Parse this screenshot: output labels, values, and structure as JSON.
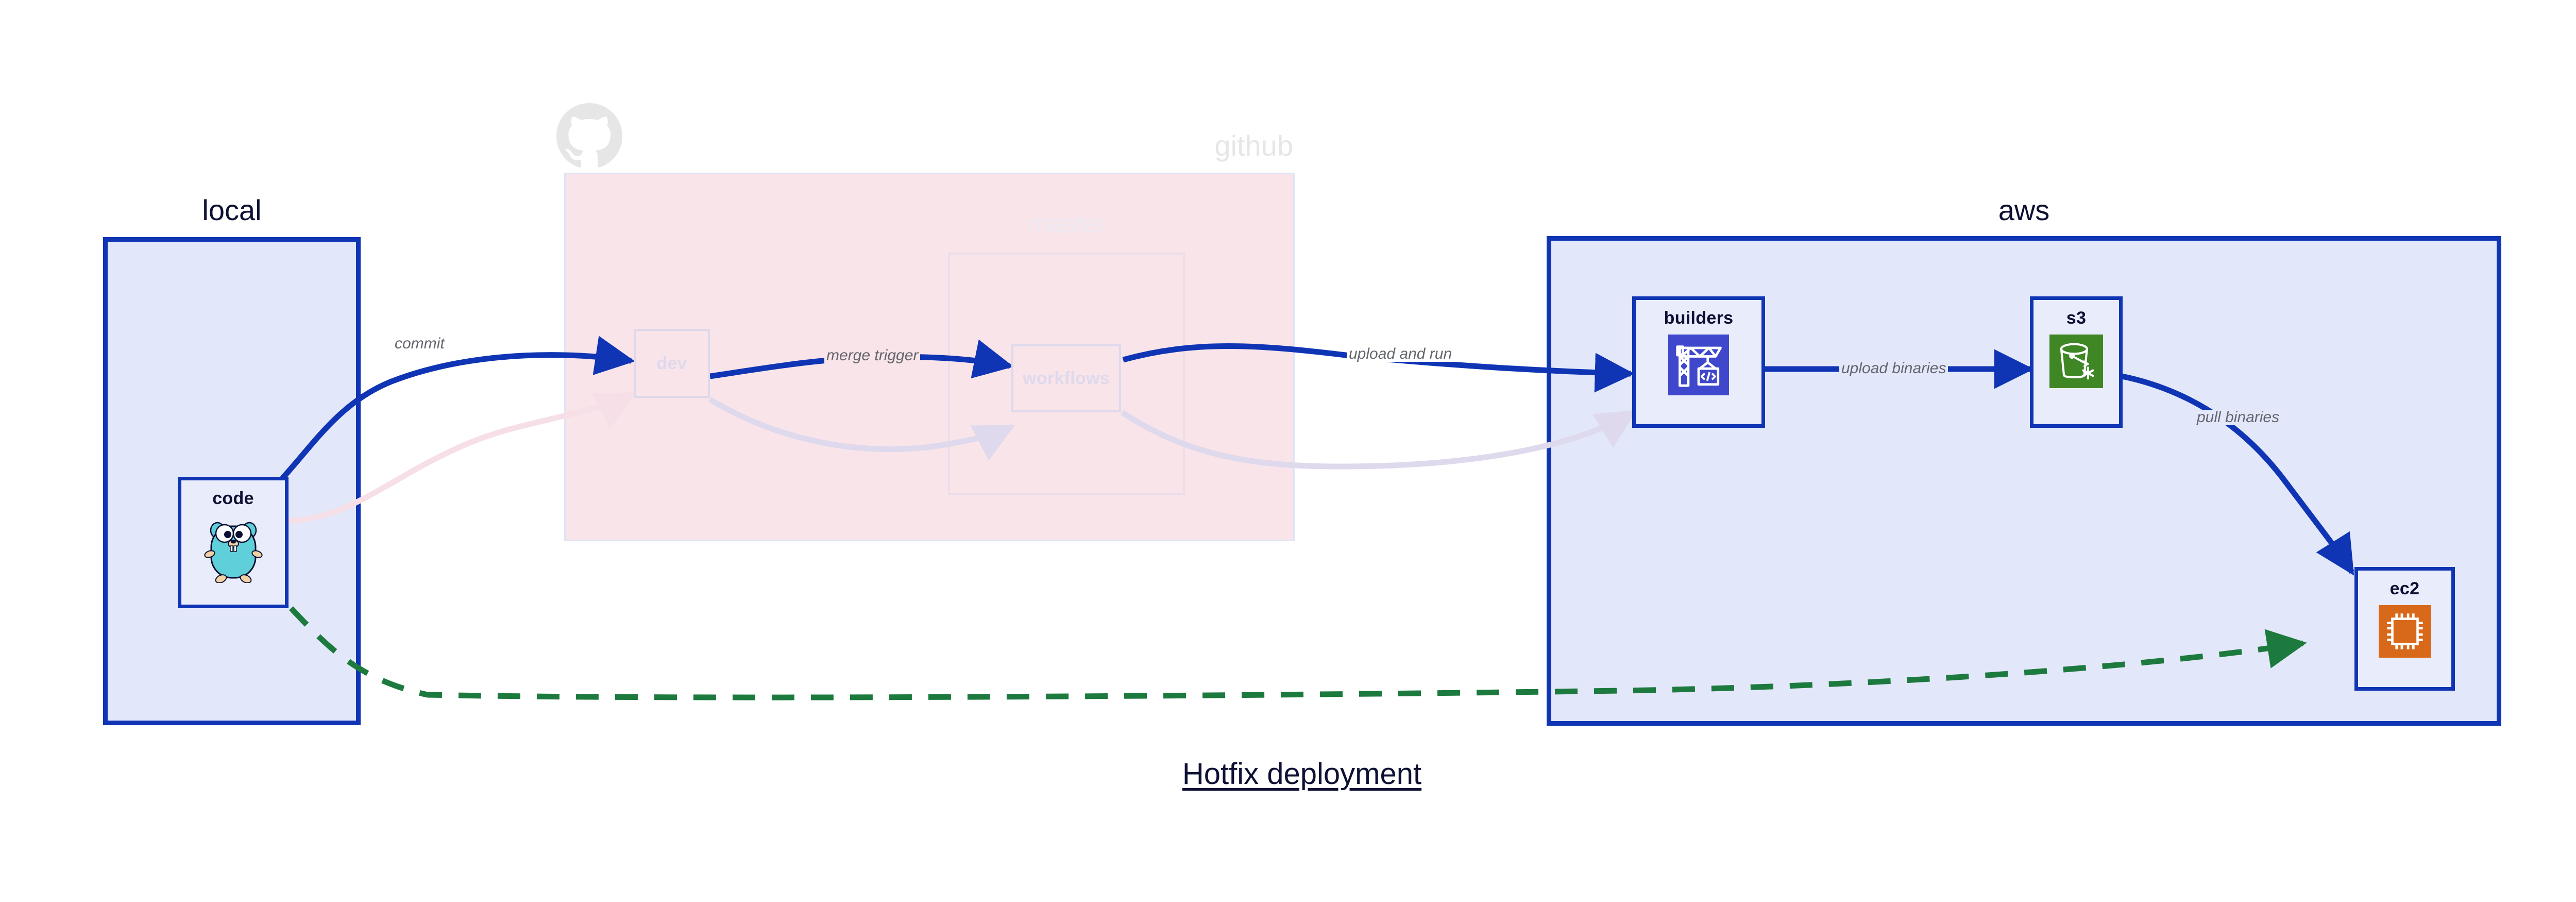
{
  "title": "Hotfix deployment",
  "colors": {
    "cluster_border_solid": "#0f35b5",
    "cluster_fill_solid": "#e3e7fa",
    "cluster_fill_github": "#f9e4e9",
    "node_fill_solid": "#e9edfb",
    "edge_active": "#0f35b5",
    "edge_dashed": "#1d7a3e",
    "edge_faded_pink": "#f6dfe6",
    "edge_faded_purple": "#ded9ec",
    "label_text": "#63666e",
    "title_text": "#0d1033",
    "faded_text": "#e6e6e6",
    "s3_green": "#3f8624",
    "ec2_orange": "#d9691a",
    "builders_blue": "#3f48cc",
    "gopher_cyan": "#5fd0d9"
  },
  "clusters": [
    {
      "id": "local",
      "label": "local",
      "state": "active"
    },
    {
      "id": "github",
      "label": "github",
      "state": "faded"
    },
    {
      "id": "master",
      "label": "master",
      "state": "faded"
    },
    {
      "id": "aws",
      "label": "aws",
      "state": "active"
    }
  ],
  "nodes": [
    {
      "id": "code",
      "label": "code",
      "icon": "go-gopher-icon",
      "state": "active"
    },
    {
      "id": "dev",
      "label": "dev",
      "icon": "none",
      "state": "faded"
    },
    {
      "id": "workflows",
      "label": "workflows",
      "icon": "none",
      "state": "faded"
    },
    {
      "id": "builders",
      "label": "builders",
      "icon": "aws-crane-icon",
      "state": "active"
    },
    {
      "id": "s3",
      "label": "s3",
      "icon": "aws-s3-icon",
      "state": "active"
    },
    {
      "id": "ec2",
      "label": "ec2",
      "icon": "aws-ec2-icon",
      "state": "active"
    }
  ],
  "edges": [
    {
      "id": "code-dev-commit",
      "from": "code",
      "to": "dev",
      "label": "commit",
      "style": "solid",
      "state": "active"
    },
    {
      "id": "dev-workflows-merge",
      "from": "dev",
      "to": "workflows",
      "label": "merge trigger",
      "style": "solid",
      "state": "active"
    },
    {
      "id": "workflows-builders",
      "from": "workflows",
      "to": "builders",
      "label": "upload and run",
      "style": "solid",
      "state": "active"
    },
    {
      "id": "builders-s3",
      "from": "builders",
      "to": "s3",
      "label": "upload binaries",
      "style": "solid",
      "state": "active"
    },
    {
      "id": "s3-ec2",
      "from": "s3",
      "to": "ec2",
      "label": "pull binaries",
      "style": "solid",
      "state": "active"
    },
    {
      "id": "code-ec2-hotfix",
      "from": "code",
      "to": "ec2",
      "label": "",
      "style": "dashed",
      "state": "active"
    },
    {
      "id": "code-dev-faded",
      "from": "code",
      "to": "dev",
      "label": "",
      "style": "solid",
      "state": "faded"
    },
    {
      "id": "dev-workflows-faded",
      "from": "dev",
      "to": "workflows",
      "label": "",
      "style": "solid",
      "state": "faded"
    },
    {
      "id": "workflows-builders-fade",
      "from": "workflows",
      "to": "builders",
      "label": "",
      "style": "solid",
      "state": "faded"
    }
  ],
  "edge_labels": {
    "commit": "commit",
    "merge_trigger": "merge trigger",
    "upload_and_run": "upload and run",
    "upload_binaries": "upload binaries",
    "pull_binaries": "pull binaries"
  }
}
